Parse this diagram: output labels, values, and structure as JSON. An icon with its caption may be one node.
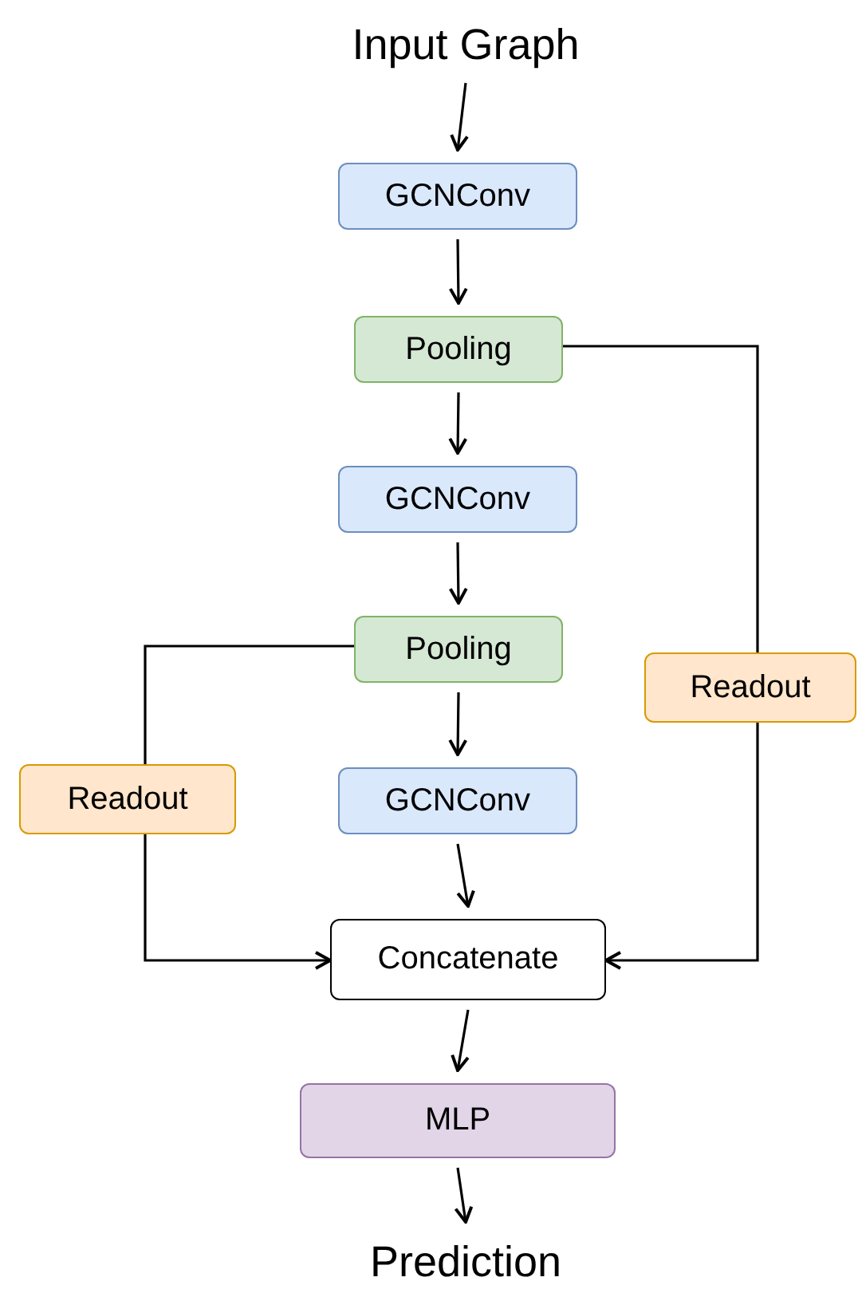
{
  "diagram": {
    "nodes": [
      {
        "text": [
          "Input Graph"
        ]
      },
      {
        "text": [
          "GCNConv"
        ]
      },
      {
        "text": [
          "Pooling"
        ]
      },
      {
        "text": [
          "GCNConv"
        ]
      },
      {
        "text": [
          "Pooling"
        ]
      },
      {
        "text": [
          "GCNConv"
        ]
      },
      {
        "text": [
          "Concatenate"
        ]
      },
      {
        "text": [
          "MLP"
        ]
      },
      {
        "text": [
          "Prediction"
        ]
      },
      {
        "text": [
          "Readout"
        ]
      },
      {
        "text": [
          "Readout"
        ]
      }
    ],
    "edges": [
      {
        "from": 0,
        "to": 1,
        "arrow": "to"
      },
      {
        "from": 1,
        "to": 2,
        "arrow": "to"
      },
      {
        "from": 2,
        "to": 3,
        "arrow": "to"
      },
      {
        "from": 3,
        "to": 4,
        "arrow": "to"
      },
      {
        "from": 4,
        "to": 5,
        "arrow": "to"
      },
      {
        "from": 5,
        "to": 6,
        "arrow": "to"
      },
      {
        "from": 6,
        "to": 7,
        "arrow": "to"
      },
      {
        "from": 7,
        "to": 8,
        "arrow": "to"
      },
      {
        "from": 2,
        "to": 9,
        "arrow": "none"
      },
      {
        "from": 9,
        "to": 6,
        "arrow": "to"
      },
      {
        "from": 4,
        "to": 10,
        "arrow": "none"
      },
      {
        "from": 10,
        "to": 6,
        "arrow": "to"
      }
    ]
  }
}
